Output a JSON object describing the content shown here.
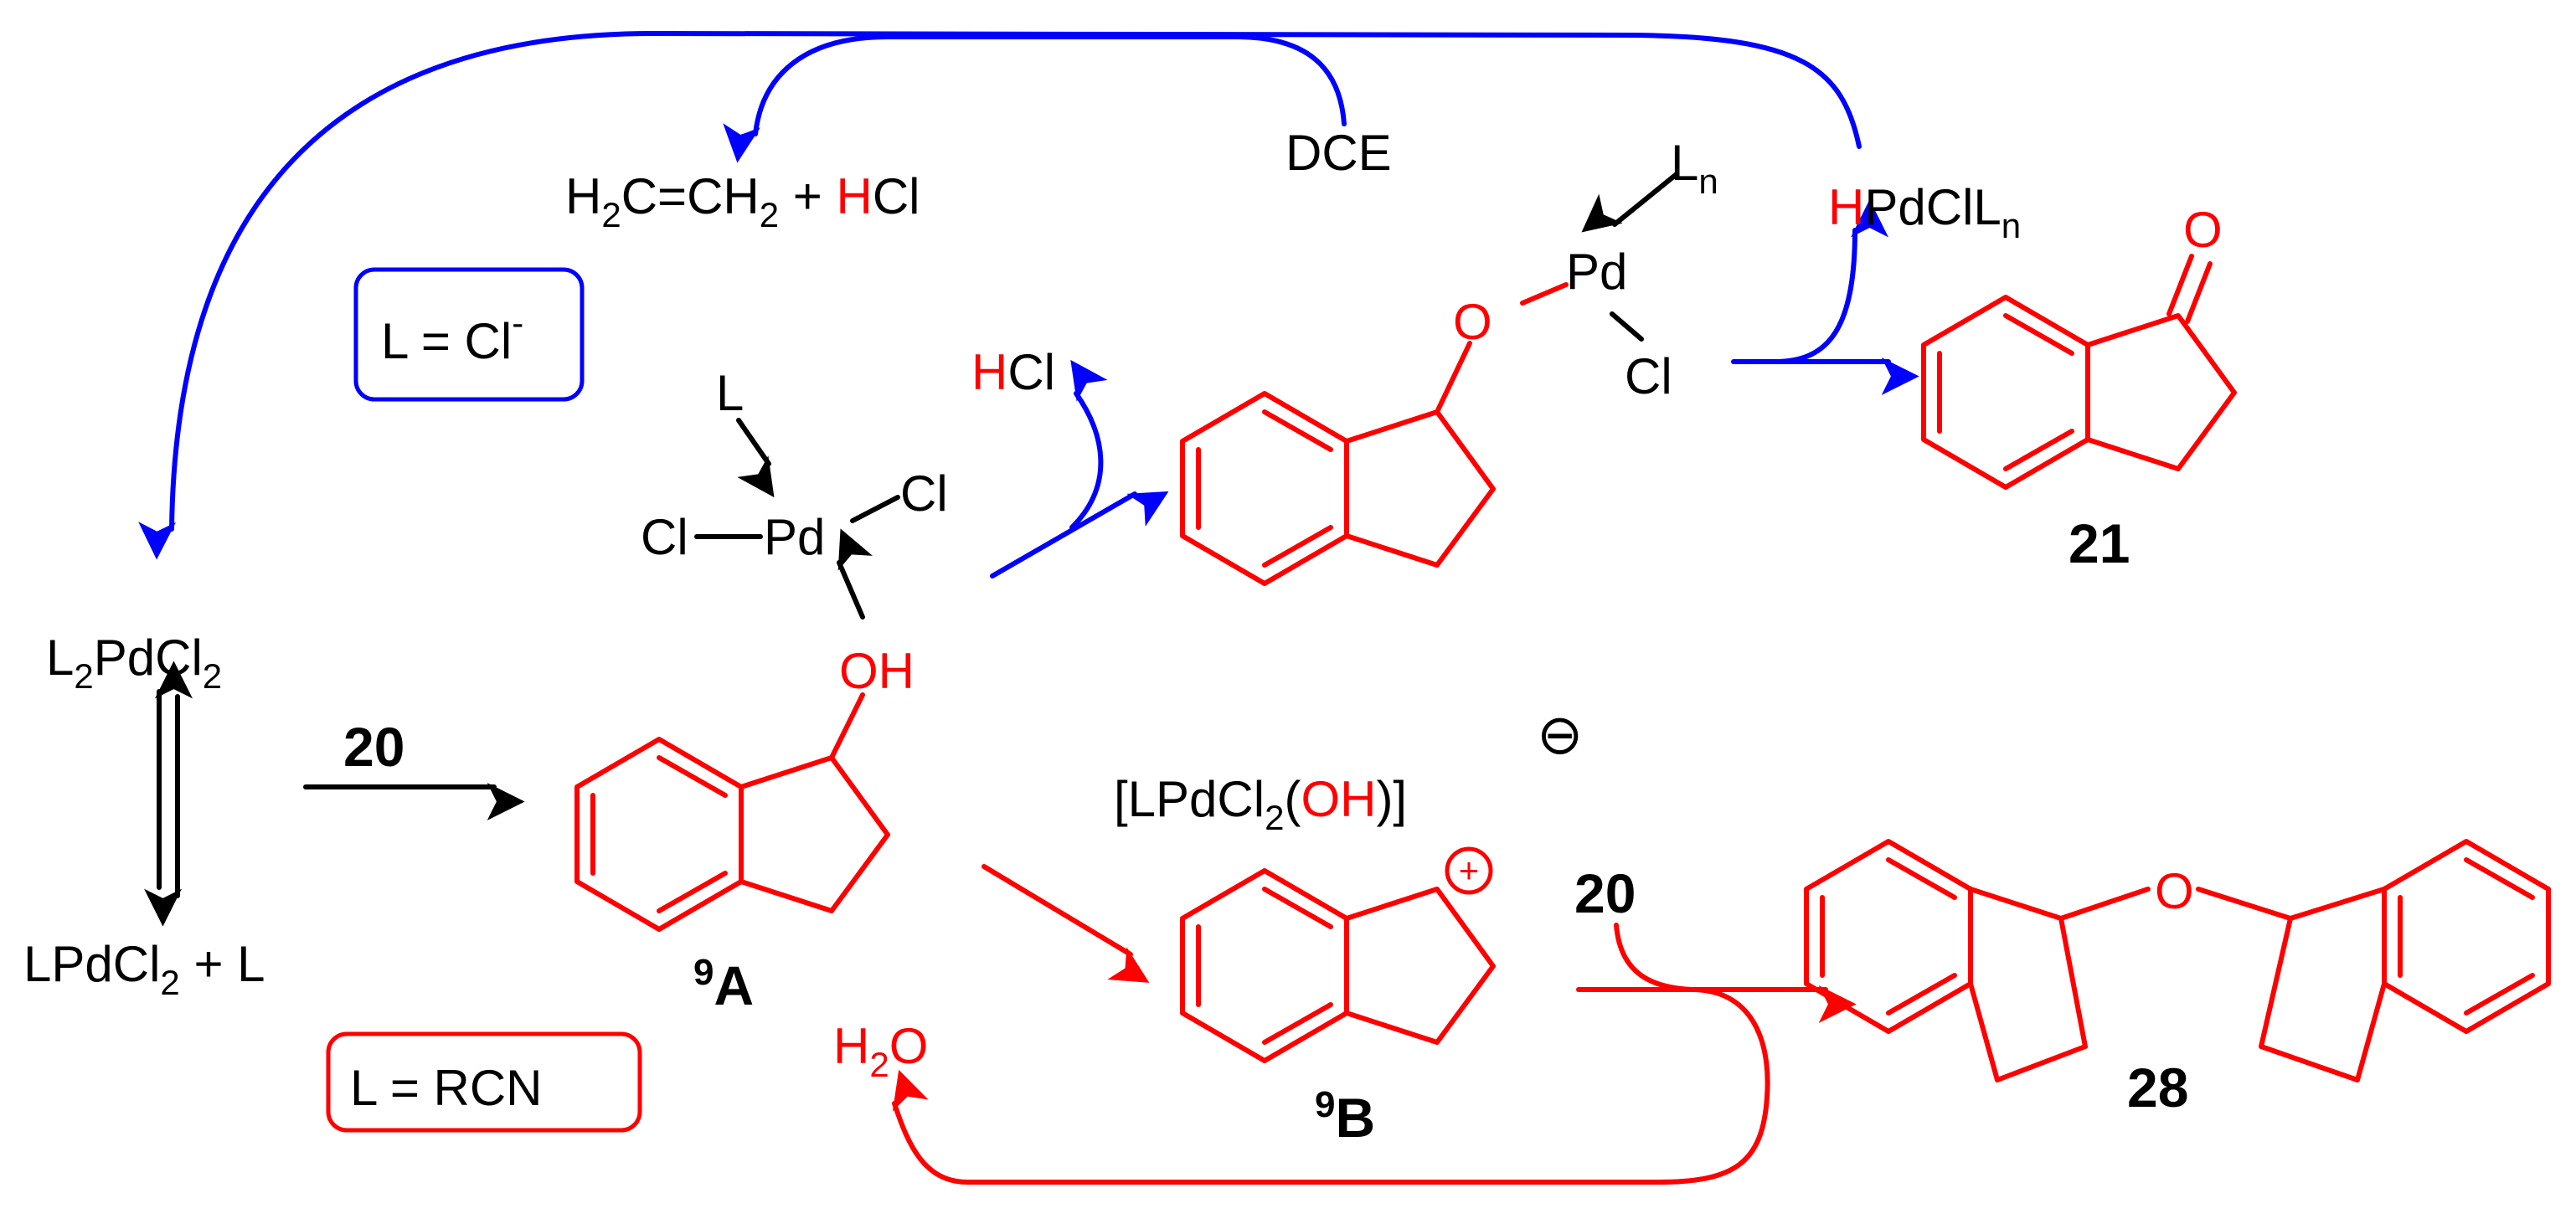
{
  "colors": {
    "black": "#000000",
    "red": "#ff0000",
    "blue": "#0000ff",
    "background": "#ffffff"
  },
  "top": {
    "ethylene": {
      "h": "H",
      "sub2": "2",
      "c": "C=CH",
      "sub2b": "2",
      "plus": " + "
    },
    "hcl": {
      "h": "H",
      "cl": "Cl"
    },
    "dce": "DCE"
  },
  "boxes": {
    "blue": {
      "lhs": "L = Cl",
      "sup": "-"
    },
    "red": {
      "text": "L = RCN"
    }
  },
  "pd_species": {
    "l2pdcl2": {
      "l": "L",
      "sub2": "2",
      "pdcl": "PdCl",
      "sub2b": "2"
    },
    "lpdcl2": {
      "lpdcl": "LPdCl",
      "sub2": "2",
      "rest": " + L"
    },
    "complex": {
      "l": "L",
      "cl_left": "Cl",
      "pd": "Pd",
      "cl_right": "Cl"
    },
    "hcl_loss": {
      "h": "H",
      "cl": "Cl"
    },
    "alkoxide": {
      "o": "O",
      "pd": "Pd",
      "ln": "L",
      "ln_sub": "n",
      "cl": "Cl"
    },
    "hydride": {
      "h": "H",
      "rest": "PdClL",
      "sub": "n"
    },
    "anion": {
      "open": "[LPdCl",
      "sub2": "2",
      "paren": "(",
      "oh": "OH",
      "close": ")]",
      "charge": "⊖"
    }
  },
  "structures": {
    "oh": "OH",
    "carbonyl_o": "O",
    "ether_o": "O",
    "cation_charge": "+",
    "water": {
      "h": "H",
      "sub": "2",
      "o": "O"
    }
  },
  "labels": {
    "reagent_top": "20",
    "reagent_bottom": "20",
    "label_9a": {
      "sup": "9",
      "main": "A"
    },
    "label_9b": {
      "sup": "9",
      "main": "B"
    },
    "label_21": "21",
    "label_28": "28"
  }
}
